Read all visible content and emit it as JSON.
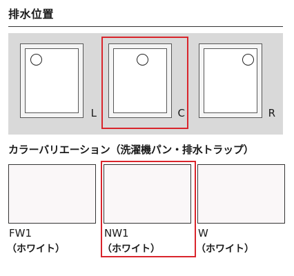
{
  "drain_section": {
    "title": "排水位置",
    "options": [
      {
        "label": "L",
        "selected": false
      },
      {
        "label": "C",
        "selected": true
      },
      {
        "label": "R",
        "selected": false
      }
    ]
  },
  "color_section": {
    "title": "カラーバリエーション（洗濯機パン・排水トラップ）",
    "options": [
      {
        "code": "FW1",
        "name": "（ホワイト）",
        "selected": false
      },
      {
        "code": "NW1",
        "name": "（ホワイト）",
        "selected": true
      },
      {
        "code": "W",
        "name": "（ホワイト）",
        "selected": false
      }
    ]
  },
  "colors": {
    "accent": "#d9242b",
    "panel": "#d9d9d9",
    "swatch": "#faf7f8"
  }
}
